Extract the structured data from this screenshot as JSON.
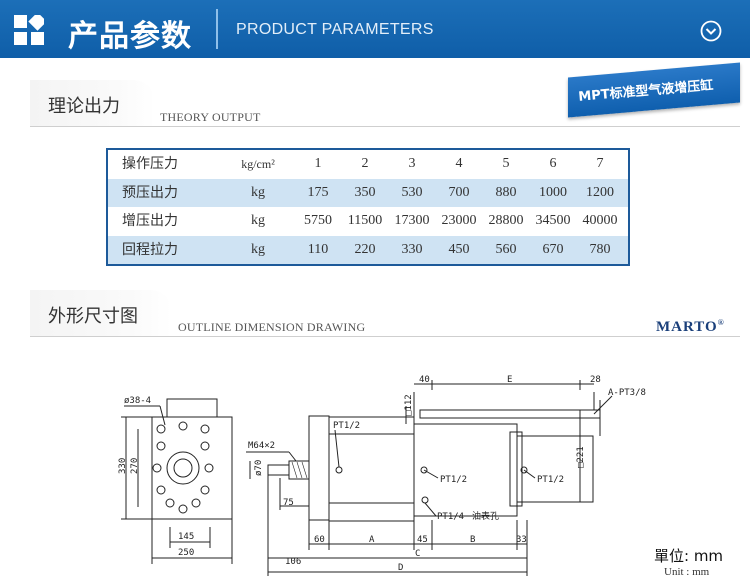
{
  "header": {
    "title_cn": "产品参数",
    "title_en": "PRODUCT PARAMETERS",
    "colors": {
      "banner": "#1165b0",
      "accent": "#1d5a9a",
      "row_highlight": "#cfe3f3"
    }
  },
  "badge": {
    "text": "MPT标准型气液增压缸"
  },
  "section_theory": {
    "title_cn": "理论出力",
    "title_en": "THEORY OUTPUT"
  },
  "table": {
    "rows": [
      {
        "label": "操作压力",
        "unit": "kg/cm²",
        "values": [
          "1",
          "2",
          "3",
          "4",
          "5",
          "6",
          "7"
        ]
      },
      {
        "label": "预压出力",
        "unit": "kg",
        "values": [
          "175",
          "350",
          "530",
          "700",
          "880",
          "1000",
          "1200"
        ]
      },
      {
        "label": "增压出力",
        "unit": "kg",
        "values": [
          "5750",
          "11500",
          "17300",
          "23000",
          "28800",
          "34500",
          "40000"
        ]
      },
      {
        "label": "回程拉力",
        "unit": "kg",
        "values": [
          "110",
          "220",
          "330",
          "450",
          "560",
          "670",
          "780"
        ]
      }
    ]
  },
  "section_outline": {
    "title_cn": "外形尺寸图",
    "title_en": "OUTLINE DIMENSION DRAWING"
  },
  "brand": {
    "name": "MARTO",
    "mark": "®"
  },
  "drawing": {
    "labels": {
      "hole": "ø38-4",
      "height_330": "330",
      "height_270": "270",
      "width_145": "145",
      "width_250": "250",
      "thread": "M64×2",
      "dia70": "ø70",
      "d75": "75",
      "d106": "106",
      "d60": "60",
      "A": "A",
      "d45": "45",
      "B": "B",
      "d33": "33",
      "C": "C",
      "D": "D",
      "d40": "40",
      "E": "E",
      "d28": "28",
      "port_a": "A-PT3/8",
      "sq112": "□112",
      "sq221": "□221",
      "pt12_left": "PT1/2",
      "pt12_mid": "PT1/2",
      "pt12_right": "PT1/2",
      "pt14": "PT1/4",
      "oil_gauge": "油表孔"
    }
  },
  "units": {
    "cn": "單位: mm",
    "en": "Unit : mm"
  }
}
